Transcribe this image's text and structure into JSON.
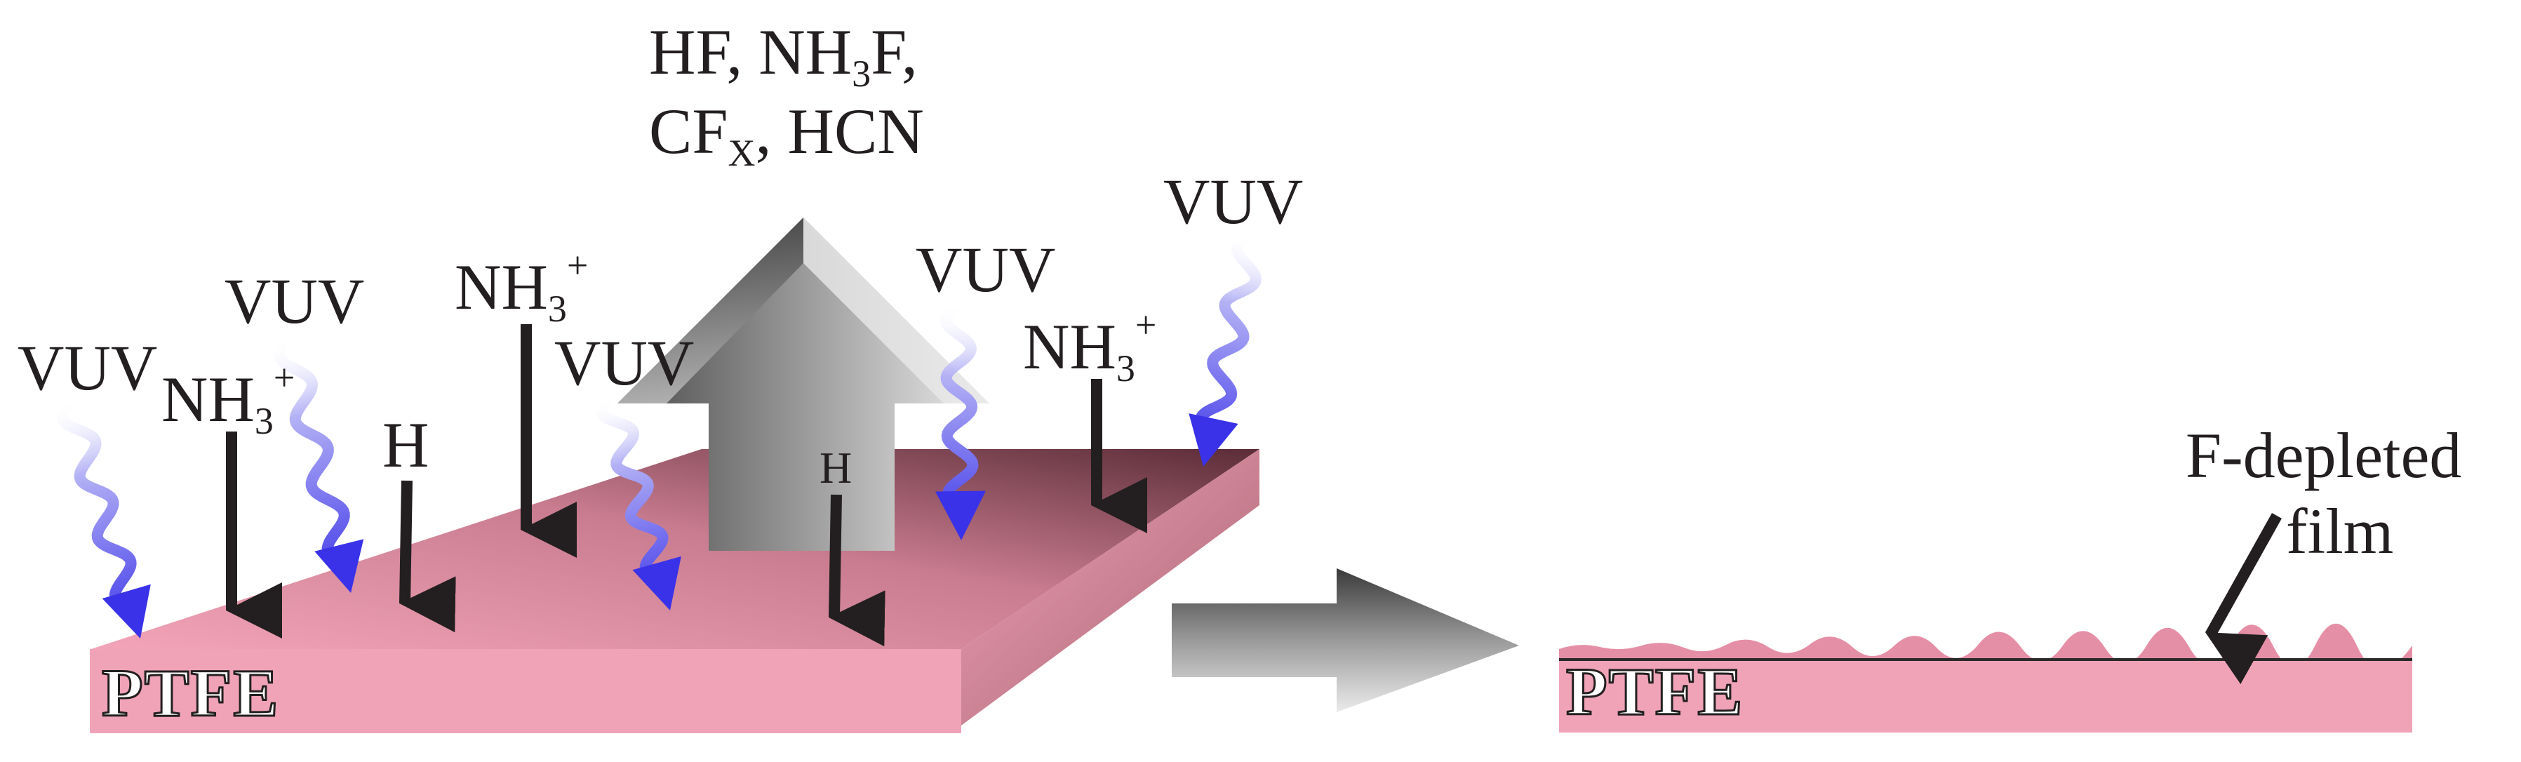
{
  "labels": {
    "products_line1": "HF, NH",
    "products_sub1": "3",
    "products_line1_end": "F,",
    "products_line2": "CF",
    "products_sub2": "X",
    "products_line2_end": ", HCN",
    "vuv": "VUV",
    "nh3": "NH",
    "nh3_sub": "3",
    "nh3_sup": "+",
    "h": "H",
    "ptfe_left": "PTFE",
    "ptfe_right": "PTFE",
    "film_line1": "F-depleted",
    "film_line2": "film"
  },
  "colors": {
    "ptfe_pink": "#f0a3b7",
    "ptfe_dark": "#6b3440",
    "vuv_blue": "#3a32e8",
    "arrow_black": "#231f20",
    "gray_arrow": "#7a7a7a"
  }
}
